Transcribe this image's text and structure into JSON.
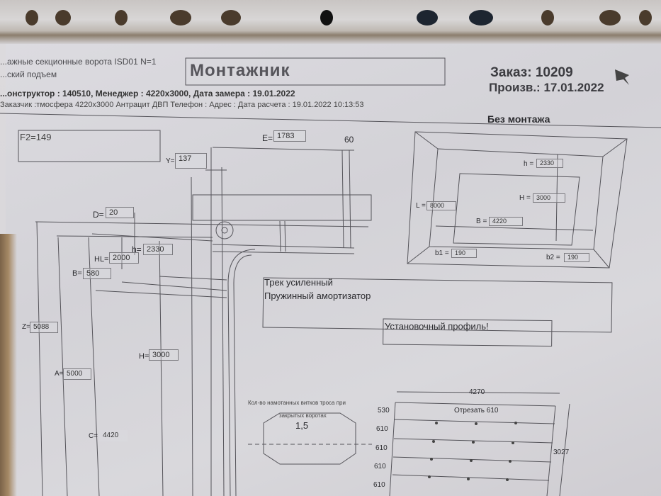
{
  "header": {
    "product_line1": "...ажные секционные ворота ISD01 N=1",
    "product_line2": "...ский подъем",
    "role_title": "Монтажник",
    "info_line1": "...онструктор : 140510, Менеджер : 4220x3000, Дата замера : 19.01.2022",
    "info_line2": "Заказчик :тмосфера 4220x3000 Антрацит ДВП Телефон :  Адрес :  Дата расчета : 19.01.2022 10:13:53",
    "order_label": "Заказ: 10209",
    "production_label": "Произв.: 17.01.2022",
    "installation_note": "Без монтажа"
  },
  "side_view": {
    "F2": "F2=149",
    "E_label": "E=",
    "E_value": "1783",
    "offset_60": "60",
    "Y_label": "Y=",
    "Y_value": "137",
    "D_label": "D=",
    "D_value": "20",
    "h_label": "h=",
    "h_value": "2330",
    "HL_label": "HL=",
    "HL_value": "2000",
    "B_label": "B=",
    "B_value": "580",
    "Z_label": "Z=",
    "Z_value": "5088",
    "A_label": "A=",
    "A_value": "5000",
    "H_label": "H=",
    "H_value": "3000",
    "C_label": "C=",
    "C_value": "4420"
  },
  "opening_view": {
    "h_label": "h =",
    "h_value": "2330",
    "H_label": "H =",
    "H_value": "3000",
    "L_label": "L =",
    "L_value": "8000",
    "B_label": "B =",
    "B_value": "4220",
    "b1_label": "b1 =",
    "b1_value": "190",
    "b2_label": "b2 =",
    "b2_value": "190"
  },
  "notes": {
    "line1": "Трек усиленный",
    "line2": "Пружинный амортизатор",
    "line3": "Установочный профиль!"
  },
  "drum": {
    "caption1": "Кол-во намотанных витков троса при",
    "caption2": "закрытых воротах",
    "turns": "1,5"
  },
  "panels": {
    "width": "4270",
    "height": "3027",
    "cut_note": "Отрезать 610",
    "sections": [
      "530",
      "610",
      "610",
      "610",
      "610"
    ]
  }
}
